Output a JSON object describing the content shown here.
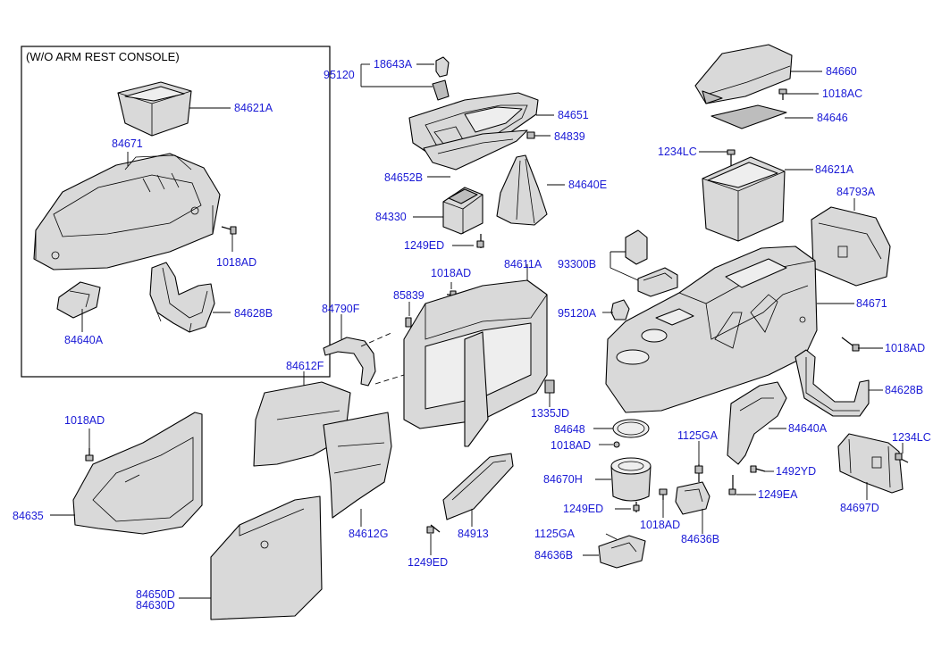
{
  "inset": {
    "title": "(W/O ARM REST CONSOLE)"
  },
  "labels": {
    "p84621A_inset": "84621A",
    "p84671_inset": "84671",
    "p1018AD_inset": "1018AD",
    "p84640A_inset": "84640A",
    "p84628B_inset": "84628B",
    "p95120": "95120",
    "p18643A": "18643A",
    "p84651": "84651",
    "p84839": "84839",
    "p84652B": "84652B",
    "p84640E": "84640E",
    "p84330": "84330",
    "p1249ED_a": "1249ED",
    "p1018AD_b": "1018AD",
    "p84611A": "84611A",
    "p85839": "85839",
    "p84790F": "84790F",
    "p84612F": "84612F",
    "p1335JD": "1335JD",
    "p1018AD_c": "1018AD",
    "p84635": "84635",
    "p84612G": "84612G",
    "p84913": "84913",
    "p1249ED_b": "1249ED",
    "p84650D": "84650D",
    "p84630D": "84630D",
    "p93300B": "93300B",
    "p95120A": "95120A",
    "p84648": "84648",
    "p1018AD_d": "1018AD",
    "p84670H": "84670H",
    "p1249ED_c": "1249ED",
    "p1125GA_a": "1125GA",
    "p84636B_a": "84636B",
    "p1018AD_e": "1018AD",
    "p84636B_b": "84636B",
    "p1125GA_b": "1125GA",
    "p84660": "84660",
    "p1018AC": "1018AC",
    "p84646": "84646",
    "p1234LC_a": "1234LC",
    "p84621A": "84621A",
    "p84793A": "84793A",
    "p84671": "84671",
    "p1018AD_f": "1018AD",
    "p84628B": "84628B",
    "p84640A": "84640A",
    "p1492YD": "1492YD",
    "p1249EA": "1249EA",
    "p1234LC_b": "1234LC",
    "p84697D": "84697D"
  }
}
